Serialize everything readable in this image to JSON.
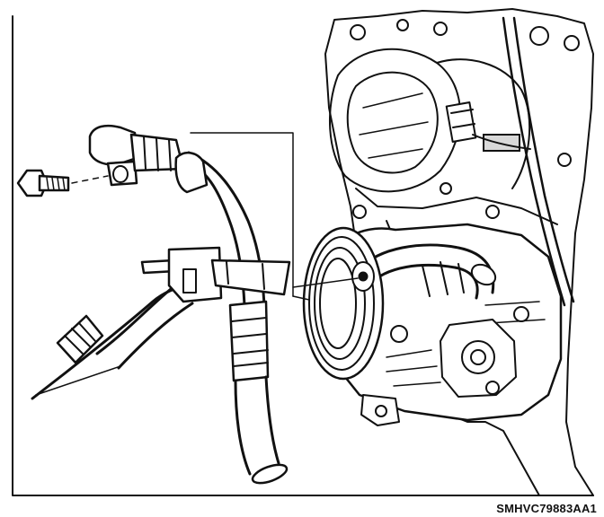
{
  "figure": {
    "code": "SMHVC79883AA1",
    "colors": {
      "ink": "#111111",
      "paper": "#ffffff",
      "shade": "#d9d9d9"
    },
    "parts": [
      "frame",
      "bolt",
      "hose-fitting-upper",
      "hose-upper",
      "hose-clamp",
      "hose-lower",
      "hose-left",
      "hose-left-fitting",
      "compressor",
      "compressor-pulley",
      "engine-block",
      "leader-lines"
    ]
  }
}
